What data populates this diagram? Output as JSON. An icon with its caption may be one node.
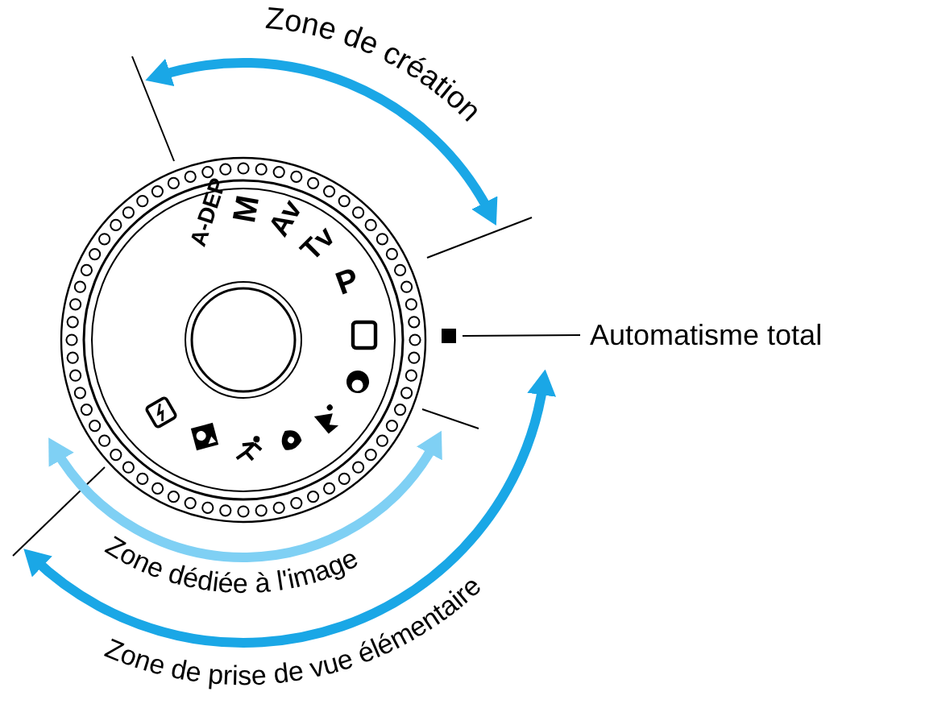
{
  "diagram": {
    "nodes": [
      {
        "text": [
          "Automatisme total"
        ]
      },
      {
        "text": [],
        "shape": "box"
      }
    ],
    "edges": [
      {
        "from": 0,
        "to": 1,
        "arrow": "none"
      }
    ],
    "labels": [
      "Zone de création",
      "A-DEP",
      "M",
      "Av",
      "Tv",
      "P",
      "Zone dédiée à l'image",
      "Zone de prise de vue élémentaire"
    ]
  }
}
